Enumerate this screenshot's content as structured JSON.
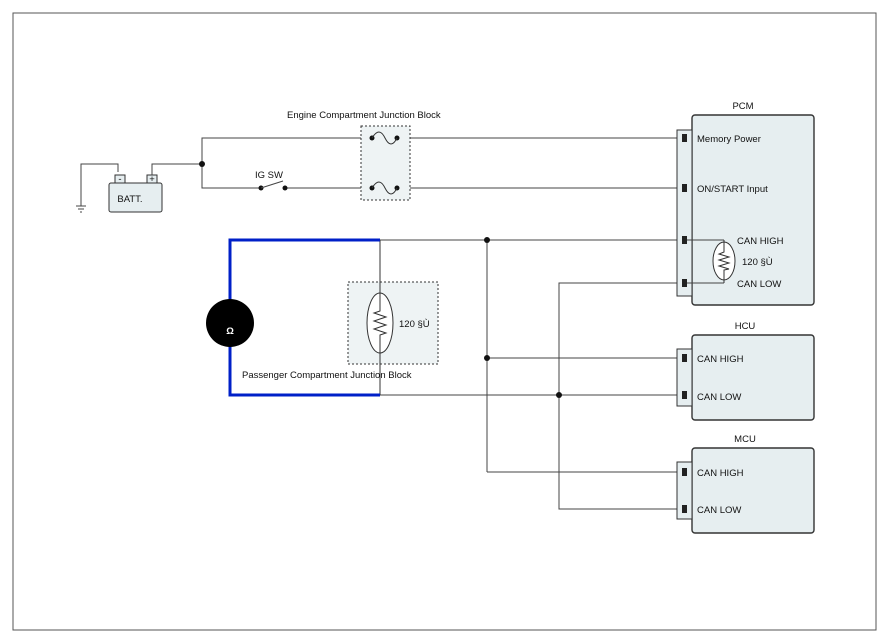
{
  "labels": {
    "engine_jb": "Engine Compartment Junction Block",
    "passenger_jb": "Passenger Compartment Junction Block",
    "ig_sw": "IG SW",
    "battery": "BATT.",
    "battery_neg": "-",
    "battery_pos": "+"
  },
  "modules": {
    "pcm": {
      "title": "PCM",
      "memory_power": "Memory Power",
      "on_start": "ON/START Input",
      "can_high": "CAN HIGH",
      "can_low": "CAN LOW",
      "resistor": "120 §Ù"
    },
    "hcu": {
      "title": "HCU",
      "can_high": "CAN HIGH",
      "can_low": "CAN LOW"
    },
    "mcu": {
      "title": "MCU",
      "can_high": "CAN HIGH",
      "can_low": "CAN LOW"
    }
  },
  "passenger_resistor": "120 §Ù",
  "meter": {
    "symbol": "Ω"
  },
  "colors": {
    "highlight": "#0020c8",
    "meter_bg": "#000000",
    "module_fill": "#e6eef0"
  }
}
